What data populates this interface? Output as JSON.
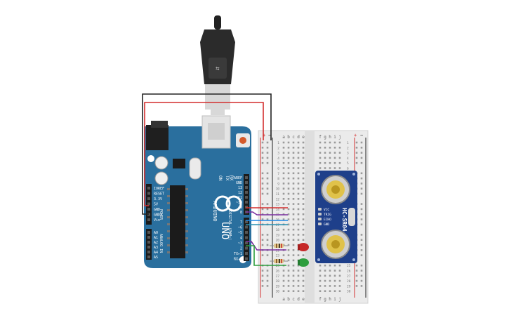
{
  "arduino": {
    "brand": "ARDUINO",
    "model": "UNO",
    "on_label": "ON",
    "tx_label": "TX",
    "rx_label": "RX",
    "power_header": "POWER",
    "analog_header": "ANALOG IN",
    "digital_header": "DIGITAL (PWM~)",
    "power_pins": [
      "IOREF",
      "RESET",
      "3.3V",
      "5V",
      "GND",
      "GND",
      "Vin"
    ],
    "analog_pins": [
      "A0",
      "A1",
      "A2",
      "A3",
      "A4",
      "A5"
    ],
    "digital_top": [
      "AREF",
      "GND",
      "13",
      "12",
      "~11",
      "~10",
      "~9",
      "8"
    ],
    "digital_bottom": [
      "7",
      "~6",
      "~5",
      "4",
      "~3",
      "2",
      "TX▸1",
      "RX◂0"
    ]
  },
  "breadboard": {
    "cols_left": [
      "a",
      "b",
      "c",
      "d",
      "e"
    ],
    "cols_right": [
      "f",
      "g",
      "h",
      "i",
      "j"
    ],
    "row_numbers": [
      "1",
      "2",
      "3",
      "4",
      "5",
      "6",
      "7",
      "8",
      "9",
      "10",
      "11",
      "12",
      "13",
      "14",
      "15",
      "16",
      "17",
      "18",
      "19",
      "20",
      "21",
      "22",
      "23",
      "24",
      "25",
      "26",
      "27",
      "28",
      "29",
      "30"
    ],
    "rail_plus": "+",
    "rail_minus": "−"
  },
  "sensor": {
    "model": "HC-SR04",
    "pins": [
      "VCC",
      "TRIG",
      "ECHO",
      "GND"
    ]
  },
  "colors": {
    "board": "#2a6f9e",
    "wire_red": "#d32f2f",
    "wire_black": "#222222",
    "wire_purple": "#7b2fa0",
    "wire_blue": "#1e88e5",
    "wire_green": "#2e9e3e",
    "led_red": "#c62828",
    "led_green": "#2e9e3e",
    "sensor_board": "#1e3f8a"
  }
}
